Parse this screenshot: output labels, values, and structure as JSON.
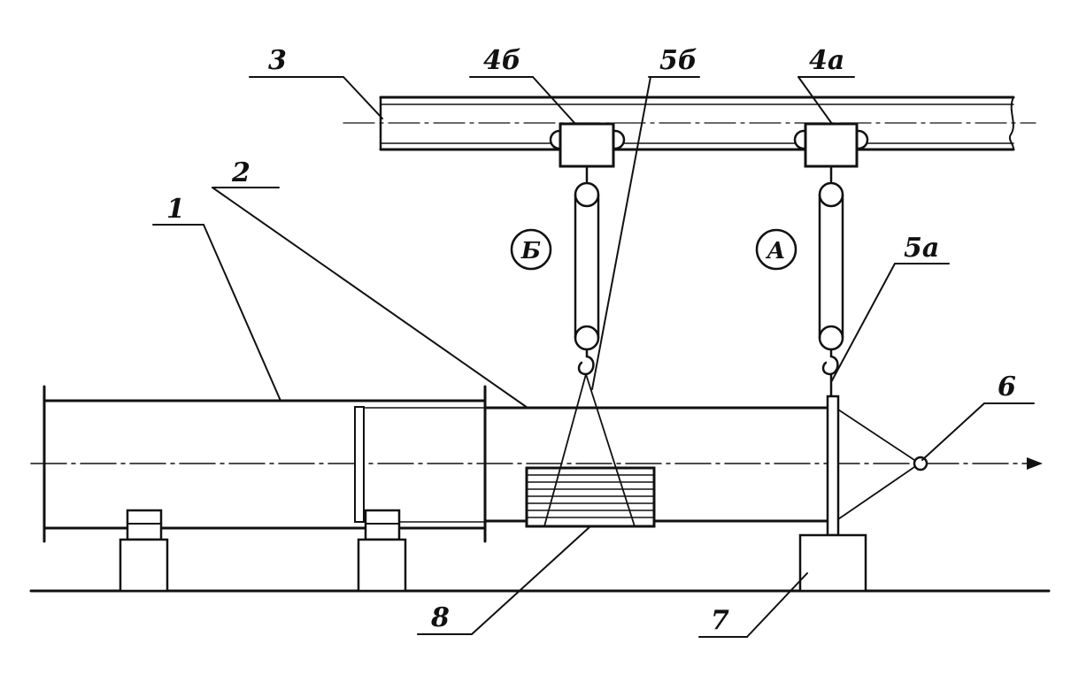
{
  "labels": {
    "l1": "1",
    "l2": "2",
    "l3": "3",
    "l4b": "4б",
    "l5b": "5б",
    "l4a": "4а",
    "l5a": "5а",
    "l6": "6",
    "l7": "7",
    "l8": "8"
  },
  "circle_labels": {
    "b": "Б",
    "a": "А"
  },
  "colors": {
    "ink": "#111111",
    "paper": "#ffffff"
  }
}
